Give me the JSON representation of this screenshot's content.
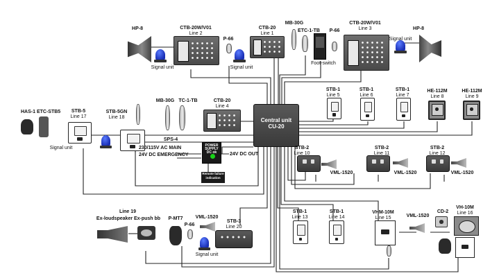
{
  "labels": {
    "hp8_left": "HP-8",
    "ctb20wv01_l2": "CTB-20W/V01",
    "ctb20wv01_l2_line": "Line 2",
    "p66_top_left": "P-66",
    "ctb20_l1": "CTB-20",
    "ctb20_l1_line": "Line 1",
    "mb30g_top": "MB-30G",
    "etc1tb_top": "ETC-1-TB",
    "p66_top_right": "P-66",
    "ctb20wv01_l3": "CTB-20W/V01",
    "ctb20wv01_l3_line": "Line 3",
    "hp8_right": "HP-8",
    "signal_unit_1": "Signal unit",
    "signal_unit_2": "Signal unit",
    "foot_switch": "Foot-switch",
    "signal_unit_3": "Signal unit",
    "stb1_l5": "STB-1",
    "stb1_l5_line": "Line 5",
    "stb1_l6": "STB-1",
    "stb1_l6_line": "Line 6",
    "stb1_l7": "STB-1",
    "stb1_l7_line": "Line 7",
    "he112m_l8": "HE-112M",
    "he112m_l8_line": "Line 8",
    "he112m_l9": "HE-112M",
    "he112m_l9_line": "Line 9",
    "has1_etcstb5": "HAS-1 ETC-STB5",
    "stb5_l17": "STB-5",
    "stb5_l17_line": "Line 17",
    "stb5gn_l18": "STB-5GN",
    "stb5gn_l18_line": "Line 18",
    "mb30g_mid": "MB-30G",
    "tc1tb_mid": "TC-1-TB",
    "ctb20_l4": "CTB-20",
    "ctb20_l4_line": "Line 4",
    "central_unit": "Central unit",
    "central_unit_model": "CU-20",
    "signal_unit_4": "Signal unit",
    "sps4": "SPS-4",
    "ac_main": "230/115V AC MAIN",
    "dc_emergency": "24V DC EMERGENCY",
    "dc_out": "24V DC OUT",
    "psu_text": "POWER SUPPLY DC ok",
    "remote_indication": "Remote failure indication",
    "stb2_l10": "STB-2",
    "stb2_l10_line": "Line 10",
    "stb2_l11": "STB-2",
    "stb2_l11_line": "Line 11",
    "stb2_l12": "STB-2",
    "stb2_l12_line": "Line 12",
    "vml1520_a": "VML-1520",
    "vml1520_b": "VML-1520",
    "vml1520_c": "VML-1520",
    "line19": "Line 19",
    "ex_loudspeaker": "Ex-loudspeaker",
    "ex_push_bb": "Ex-push bb",
    "pmt7": "P-MT7",
    "p66_bottom": "P-66",
    "vml1520_bottom": "VML-1520",
    "stb3_l20": "STB-3",
    "stb3_l20_line": "Line 20",
    "signal_unit_5": "Signal unit",
    "stb1_l13": "STB-1",
    "stb1_l13_line": "Line 13",
    "stb1_l14": "STB-1",
    "stb1_l14_line": "Line 14",
    "vhm10m_l15": "VHM-10M",
    "vhm10m_l15_line": "Line 15",
    "vml1520_vhm": "VML-1520",
    "cd2": "CD-2",
    "vh10m_l16": "VH-10M",
    "vh10m_l16_line": "Line 16"
  },
  "colors": {
    "line": "#222222",
    "signal_blue": "#1a2fb5",
    "led_green": "#19d219"
  }
}
